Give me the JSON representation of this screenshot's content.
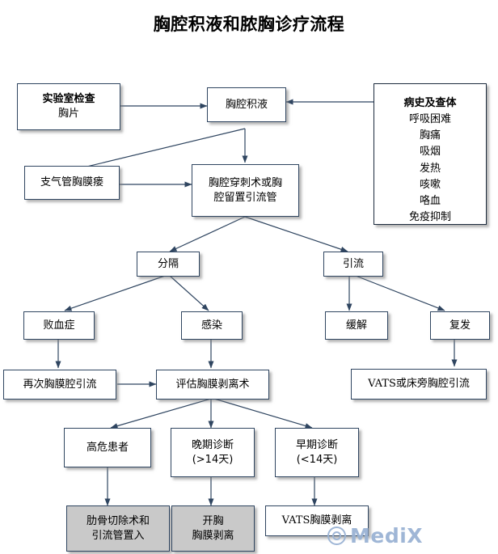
{
  "title": "胸腔积液和脓胸诊疗流程",
  "watermark": {
    "symbol": "copyright-icon",
    "text": "MediX"
  },
  "colors": {
    "box_border": "#2f4560",
    "box_fill": "#ffffff",
    "box_fill_shaded": "#c9c9c9",
    "arrow": "#2f4560",
    "text": "#000000",
    "watermark": "#9ab3d4"
  },
  "nodes": {
    "lab": {
      "line1": "实验室检查",
      "line2": "胸片"
    },
    "effusion": {
      "line1": "胸腔积液"
    },
    "history": {
      "header": "病史及查体",
      "items": [
        "呼吸困难",
        "胸痛",
        "吸烟",
        "发热",
        "咳嗽",
        "咯血",
        "免疫抑制"
      ]
    },
    "fistula": {
      "line1": "支气管胸膜瘘"
    },
    "thoracentesis": {
      "line1": "胸腔穿刺术或胸",
      "line2": "腔留置引流管"
    },
    "loculated": {
      "line1": "分隔"
    },
    "drainage": {
      "line1": "引流"
    },
    "sepsis": {
      "line1": "败血症"
    },
    "infection": {
      "line1": "感染"
    },
    "resolution": {
      "line1": "缓解"
    },
    "recurrence": {
      "line1": "复发"
    },
    "redrain": {
      "line1": "再次胸膜腔引流"
    },
    "evaluate": {
      "line1": "评估胸膜剥离术"
    },
    "vats_bedside": {
      "line1": "VATS或床旁胸腔引流"
    },
    "highrisk": {
      "line1": "高危患者"
    },
    "late": {
      "line1": "晚期诊断",
      "line2": "(>14天)"
    },
    "early": {
      "line1": "早期诊断",
      "line2": "(<14天)"
    },
    "rib": {
      "line1": "肋骨切除术和",
      "line2": "引流管置入"
    },
    "thoracotomy": {
      "line1": "开胸",
      "line2": "胸膜剥离"
    },
    "vats_decort": {
      "line1": "VATS胸膜剥离"
    }
  }
}
